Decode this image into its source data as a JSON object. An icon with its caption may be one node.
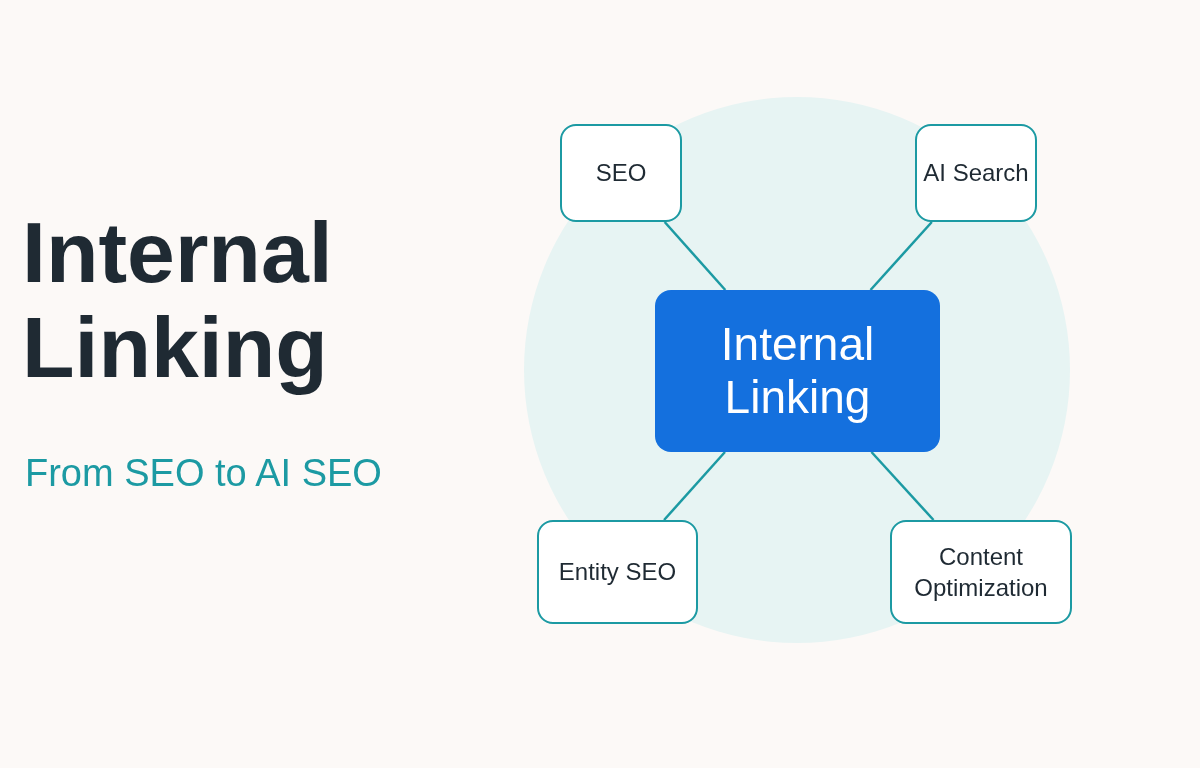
{
  "diagram": {
    "title": "Internal Linking",
    "nodes": [
      {
        "text": [
          "SEO"
        ]
      },
      {
        "text": [
          "AI Search"
        ]
      },
      {
        "text": [
          "Internal Linking"
        ]
      },
      {
        "text": [
          "Entity SEO"
        ]
      },
      {
        "text": [
          "Content Optimization"
        ]
      }
    ],
    "edges": [
      {
        "from": 2,
        "to": 0,
        "arrow": "none"
      },
      {
        "from": 2,
        "to": 1,
        "arrow": "none"
      },
      {
        "from": 2,
        "to": 3,
        "arrow": "none"
      },
      {
        "from": 2,
        "to": 4,
        "arrow": "none"
      }
    ],
    "labels": [
      "From SEO to AI SEO"
    ]
  }
}
